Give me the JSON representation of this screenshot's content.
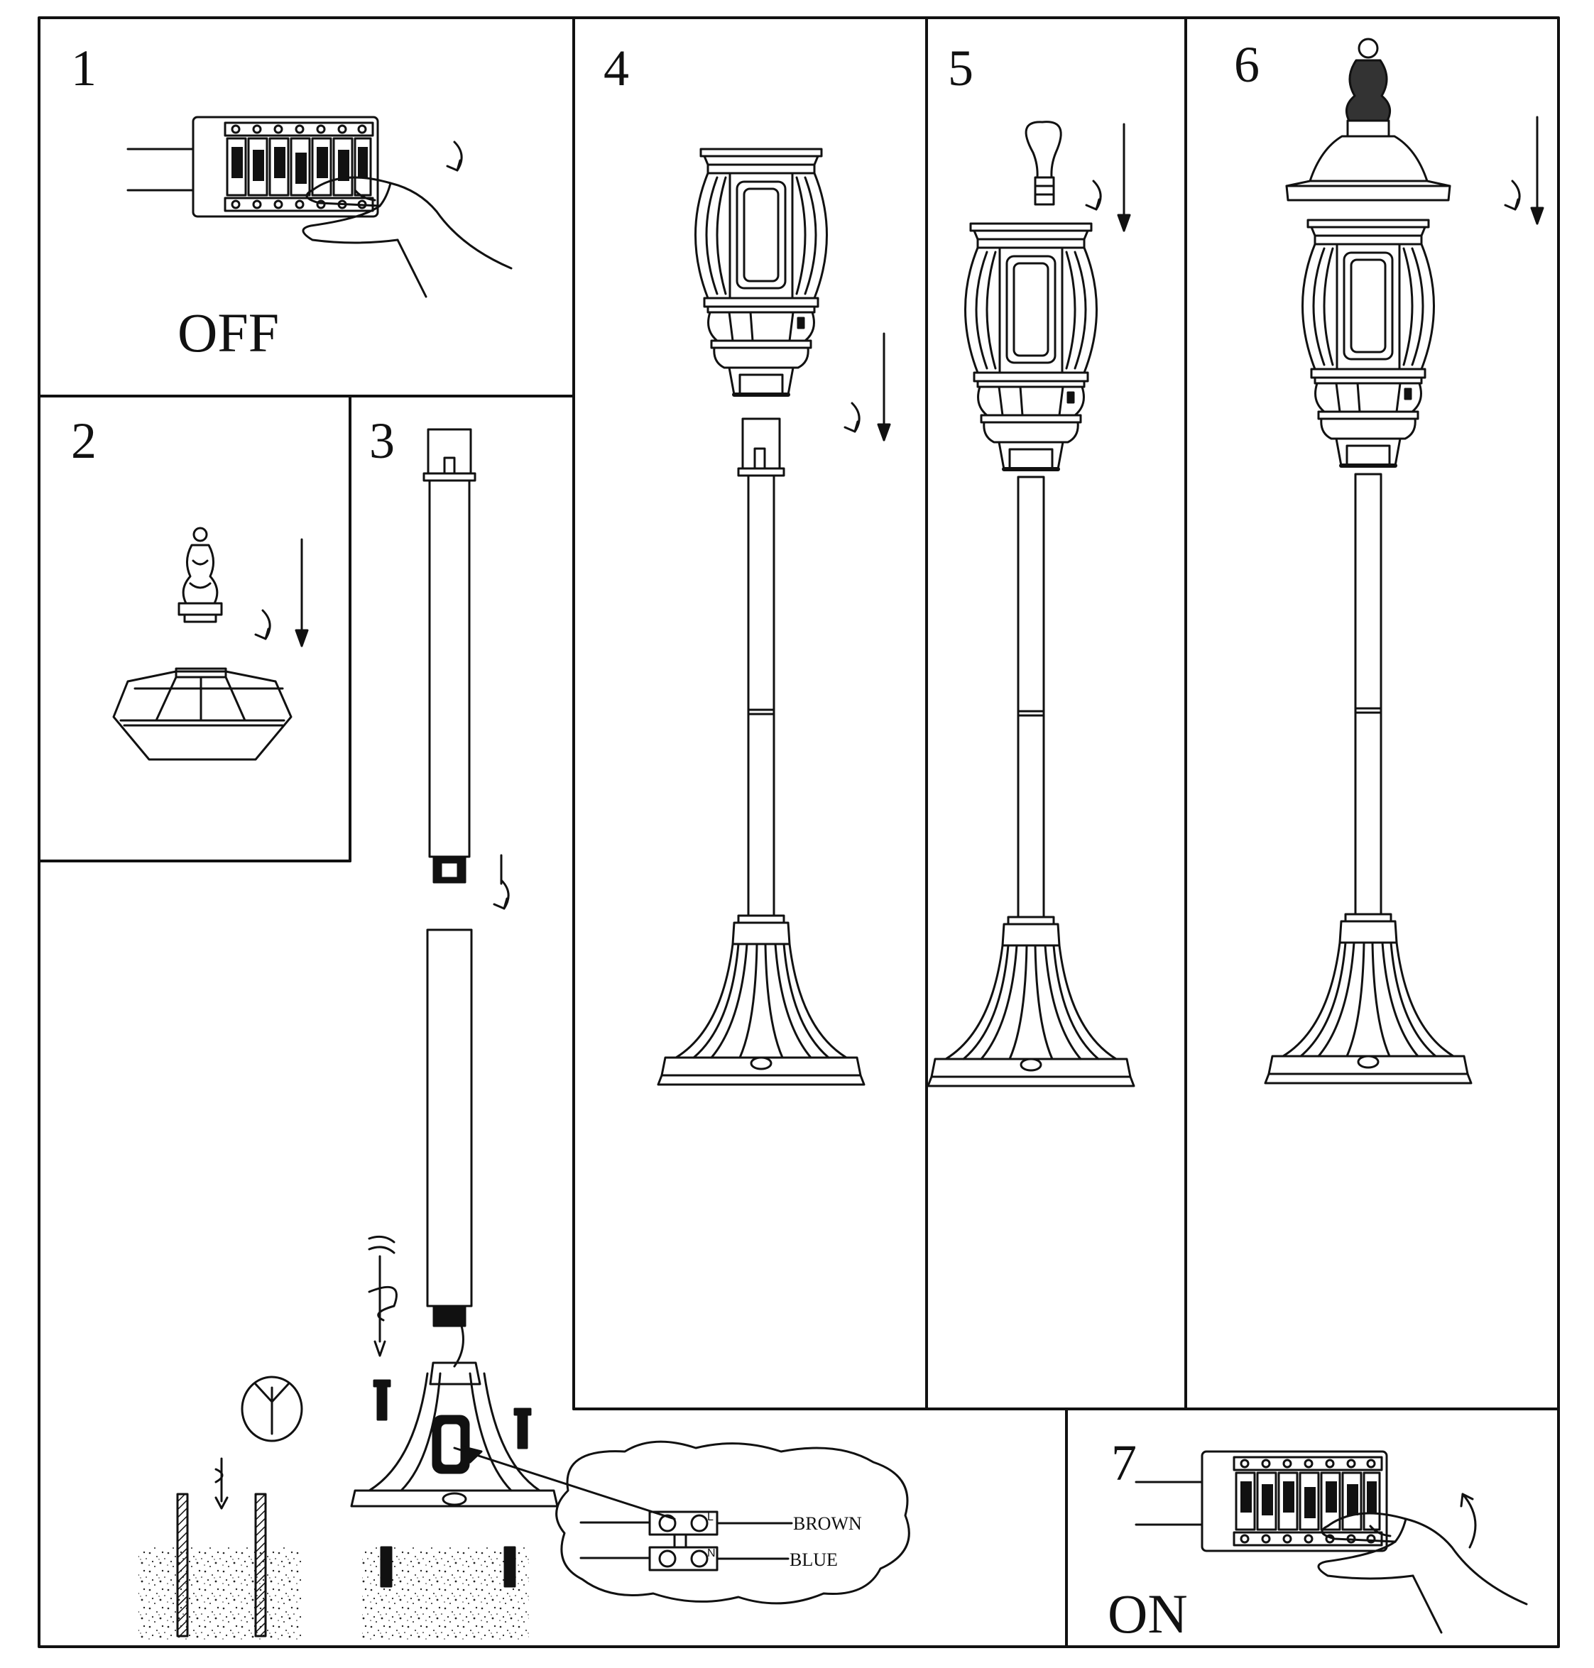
{
  "steps": {
    "s1": "1",
    "s2": "2",
    "s3": "3",
    "s4": "4",
    "s5": "5",
    "s6": "6",
    "s7": "7"
  },
  "switch_off_label": "OFF",
  "switch_on_label": "ON",
  "wires": {
    "brown": "BROWN",
    "blue": "BLUE",
    "terminal_l": "L",
    "terminal_n": "N"
  },
  "icons": [
    "hand-icon",
    "bulb-icon",
    "screw-icon",
    "anchor-icon",
    "breaker-icon"
  ]
}
